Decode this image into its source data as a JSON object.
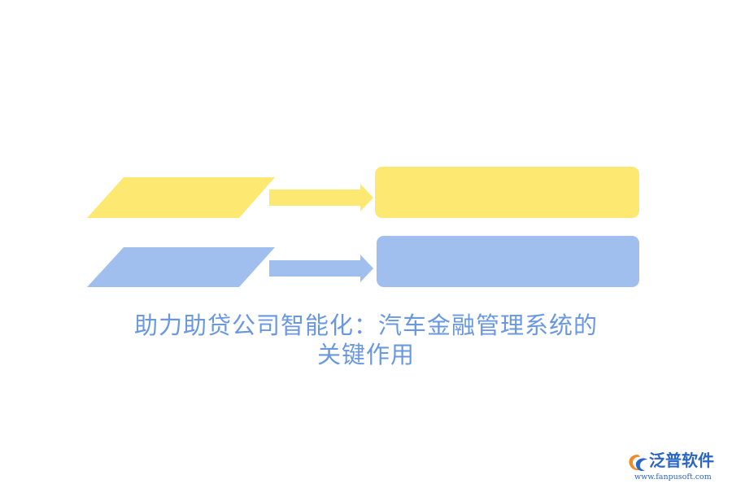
{
  "colors": {
    "yellow": "#FDE872",
    "blue": "#A0BFEE",
    "title": "#6A98E0",
    "logo_orange": "#F08A24",
    "logo_blue": "#2A66C5"
  },
  "diagram": {
    "rows": [
      {
        "color_key": "yellow",
        "input_label": "",
        "output_label": ""
      },
      {
        "color_key": "blue",
        "input_label": "",
        "output_label": ""
      }
    ]
  },
  "title": {
    "line1": "助力助贷公司智能化：汽车金融管理系统的",
    "line2": "关键作用"
  },
  "logo": {
    "name": "泛普软件",
    "url": "www.fanpusoft.com",
    "icon": "fanpu-logo-icon"
  }
}
